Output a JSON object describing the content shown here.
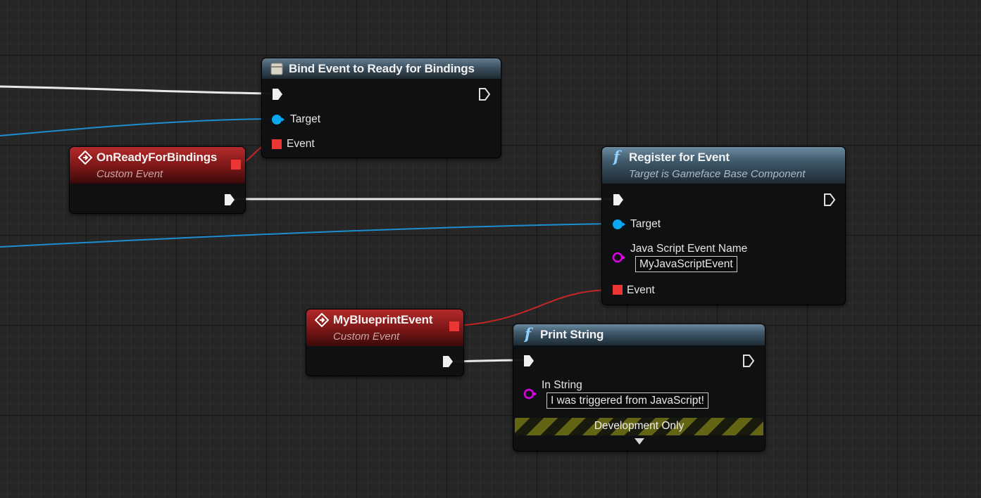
{
  "nodes": {
    "bind_event": {
      "title": "Bind Event to Ready for Bindings",
      "pins": {
        "target": "Target",
        "event": "Event"
      }
    },
    "on_ready": {
      "title": "OnReadyForBindings",
      "subtitle": "Custom Event"
    },
    "register": {
      "title": "Register for Event",
      "subtitle": "Target is Gameface Base Component",
      "pins": {
        "target": "Target",
        "js_event_name": "Java Script Event Name",
        "js_event_value": "MyJavaScriptEvent",
        "event": "Event"
      }
    },
    "my_blueprint": {
      "title": "MyBlueprintEvent",
      "subtitle": "Custom Event"
    },
    "print_string": {
      "title": "Print String",
      "pins": {
        "in_string": "In String",
        "in_string_value": "I was triggered from JavaScript!"
      },
      "dev_only": "Development Only"
    }
  },
  "colors": {
    "exec_wire": "#ffffff",
    "object_wire": "#00a8f4",
    "delegate_wire": "#e03030",
    "string_pin": "#e000e8"
  },
  "icons": [
    "function-icon",
    "event-icon",
    "bind-event-icon",
    "expand-arrow-icon"
  ]
}
